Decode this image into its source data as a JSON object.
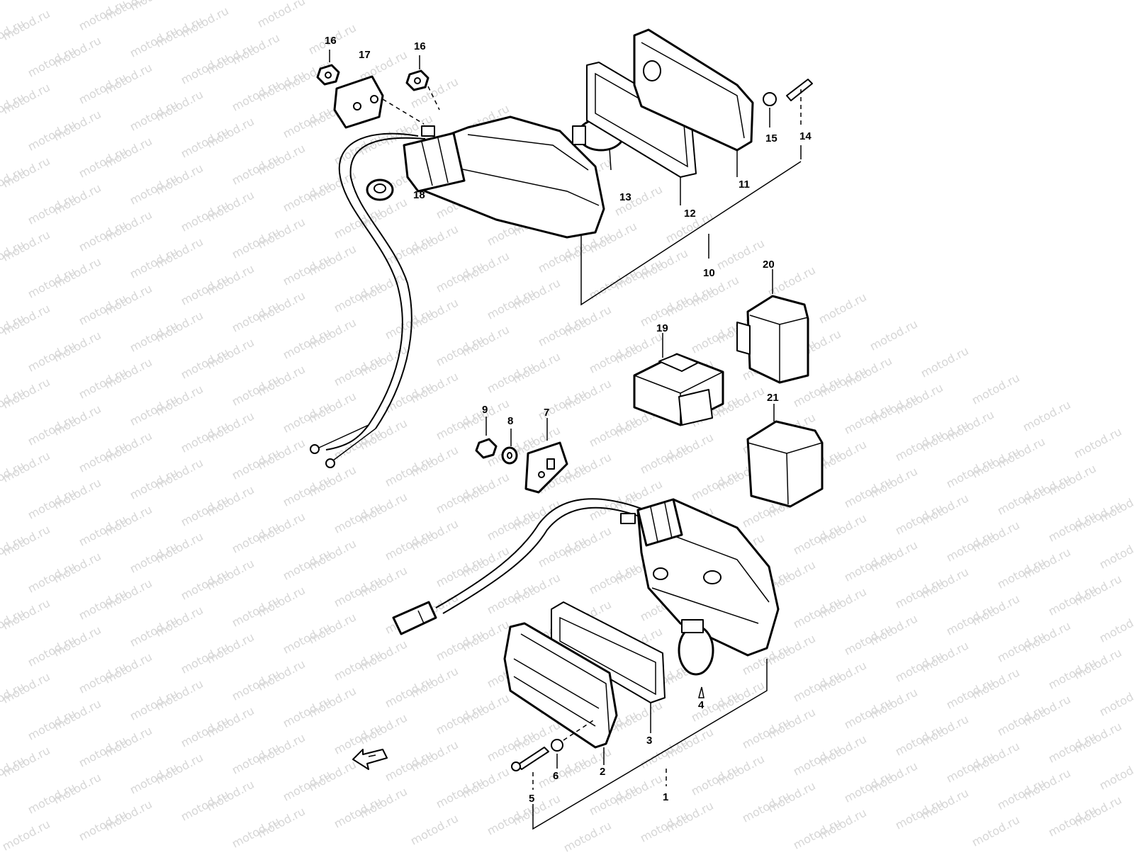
{
  "watermark": {
    "text": "motod.ru",
    "color": "#d6d6d6"
  },
  "callouts": {
    "c1": "1",
    "c2": "2",
    "c3": "3",
    "c4": "4",
    "c5": "5",
    "c6": "6",
    "c7": "7",
    "c8": "8",
    "c9": "9",
    "c10": "10",
    "c11": "11",
    "c12": "12",
    "c13": "13",
    "c14": "14",
    "c15": "15",
    "c16a": "16",
    "c16b": "16",
    "c17": "17",
    "c18": "18",
    "c19": "19",
    "c20": "20",
    "c21": "21"
  },
  "icons": {
    "front_arrow": "arrow-left-icon"
  }
}
